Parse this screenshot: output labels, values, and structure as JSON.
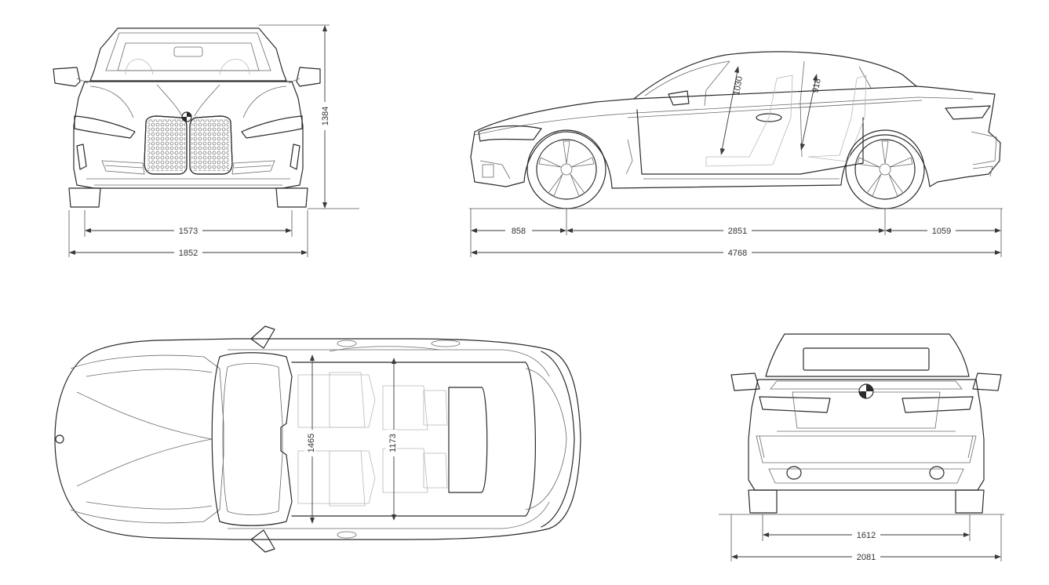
{
  "views": {
    "front": {
      "height": "1384",
      "track": "1573",
      "width": "1852"
    },
    "side": {
      "front_overhang": "858",
      "wheelbase": "2851",
      "rear_overhang": "1059",
      "length": "4768",
      "headroom_front": "1030",
      "headroom_rear": "918"
    },
    "top": {
      "shoulder_front": "1465",
      "shoulder_rear": "1173"
    },
    "rear": {
      "track": "1612",
      "width": "2081"
    }
  },
  "colors": {
    "line": "#2b2b2b",
    "dimension": "#3a3a3a",
    "background": "#ffffff"
  }
}
